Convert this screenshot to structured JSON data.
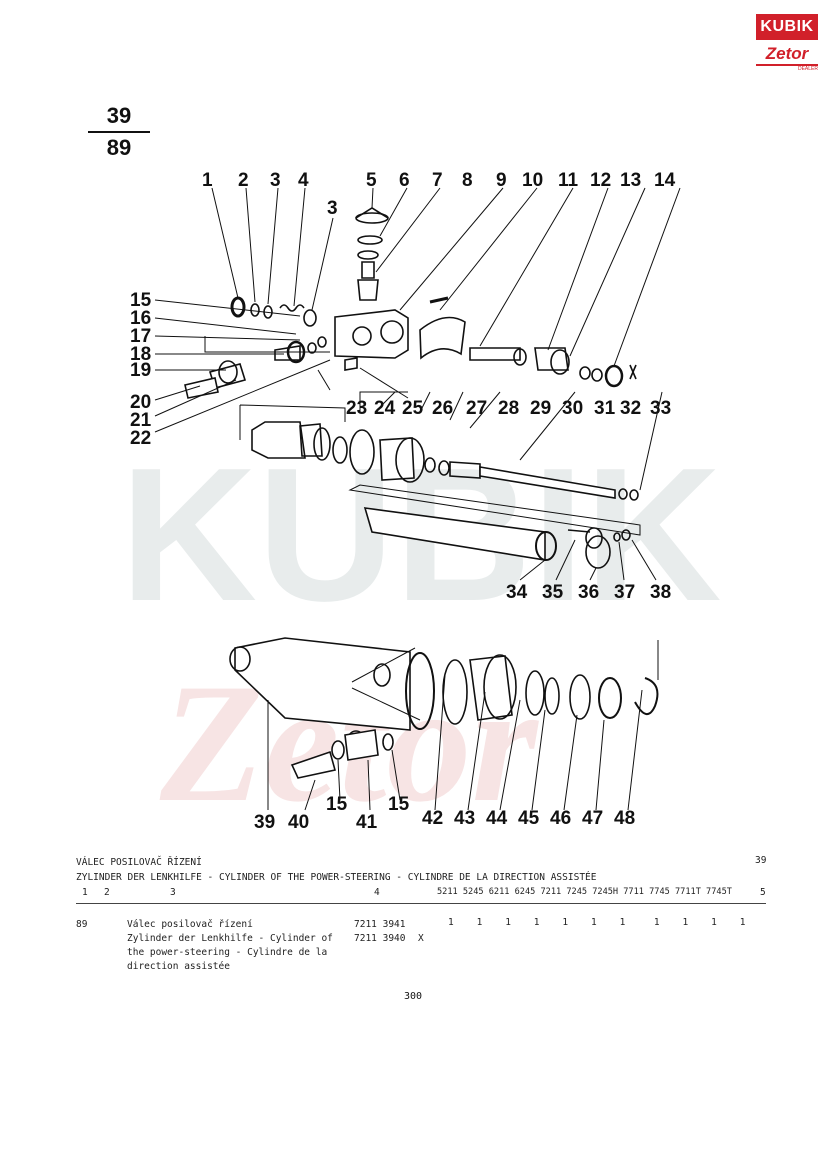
{
  "logo": {
    "brand": "KUBIK",
    "sub_brand": "Zetor",
    "tag": "DEALER"
  },
  "figure": {
    "numerator": "39",
    "denominator": "89"
  },
  "callouts": {
    "n1": "1",
    "n2": "2",
    "n3": "3",
    "n4": "4",
    "n3b": "3",
    "n5": "5",
    "n6": "6",
    "n7": "7",
    "n8": "8",
    "n9": "9",
    "n10": "10",
    "n11": "11",
    "n12": "12",
    "n13": "13",
    "n14": "14",
    "n15": "15",
    "n16": "16",
    "n17": "17",
    "n18": "18",
    "n19": "19",
    "n20": "20",
    "n21": "21",
    "n22": "22",
    "n23": "23",
    "n24": "24",
    "n25": "25",
    "n26": "26",
    "n27": "27",
    "n28": "28",
    "n29": "29",
    "n30": "30",
    "n31": "31",
    "n32": "32",
    "n33": "33",
    "n34": "34",
    "n35": "35",
    "n36": "36",
    "n37": "37",
    "n38": "38",
    "n39": "39",
    "n40": "40",
    "n15b": "15",
    "n41": "41",
    "n15c": "15",
    "n42": "42",
    "n43": "43",
    "n44": "44",
    "n45": "45",
    "n46": "46",
    "n47": "47",
    "n48": "48"
  },
  "header": {
    "title_cz": "VÁLEC POSILOVAČ ŘÍZENÍ",
    "title_multi": "ZYLINDER DER LENKHILFE - CYLINDER OF THE POWER-STEERING - CYLINDRE DE LA DIRECTION ASSISTÉE",
    "table_number": "39",
    "col1": "1",
    "col2": "2",
    "col3": "3",
    "col4": "4",
    "models": "5211 5245 6211 6245 7211 7245 7245H 7711 7745 7711T 7745T",
    "col5": "5"
  },
  "row": {
    "pos": "89",
    "desc1": "Válec posilovač řízení",
    "desc2": "Zylinder der Lenkhilfe - Cylinder of",
    "desc3": "the power-steering - Cylindre de la",
    "desc4": "direction assistée",
    "part1": "7211 3941",
    "part2": "7211 3940",
    "mark2": "X",
    "qty": "1    1    1    1    1    1    1     1    1    1    1"
  },
  "page_number": "300",
  "colors": {
    "brand_red": "#d1202a",
    "ink": "#111111"
  }
}
